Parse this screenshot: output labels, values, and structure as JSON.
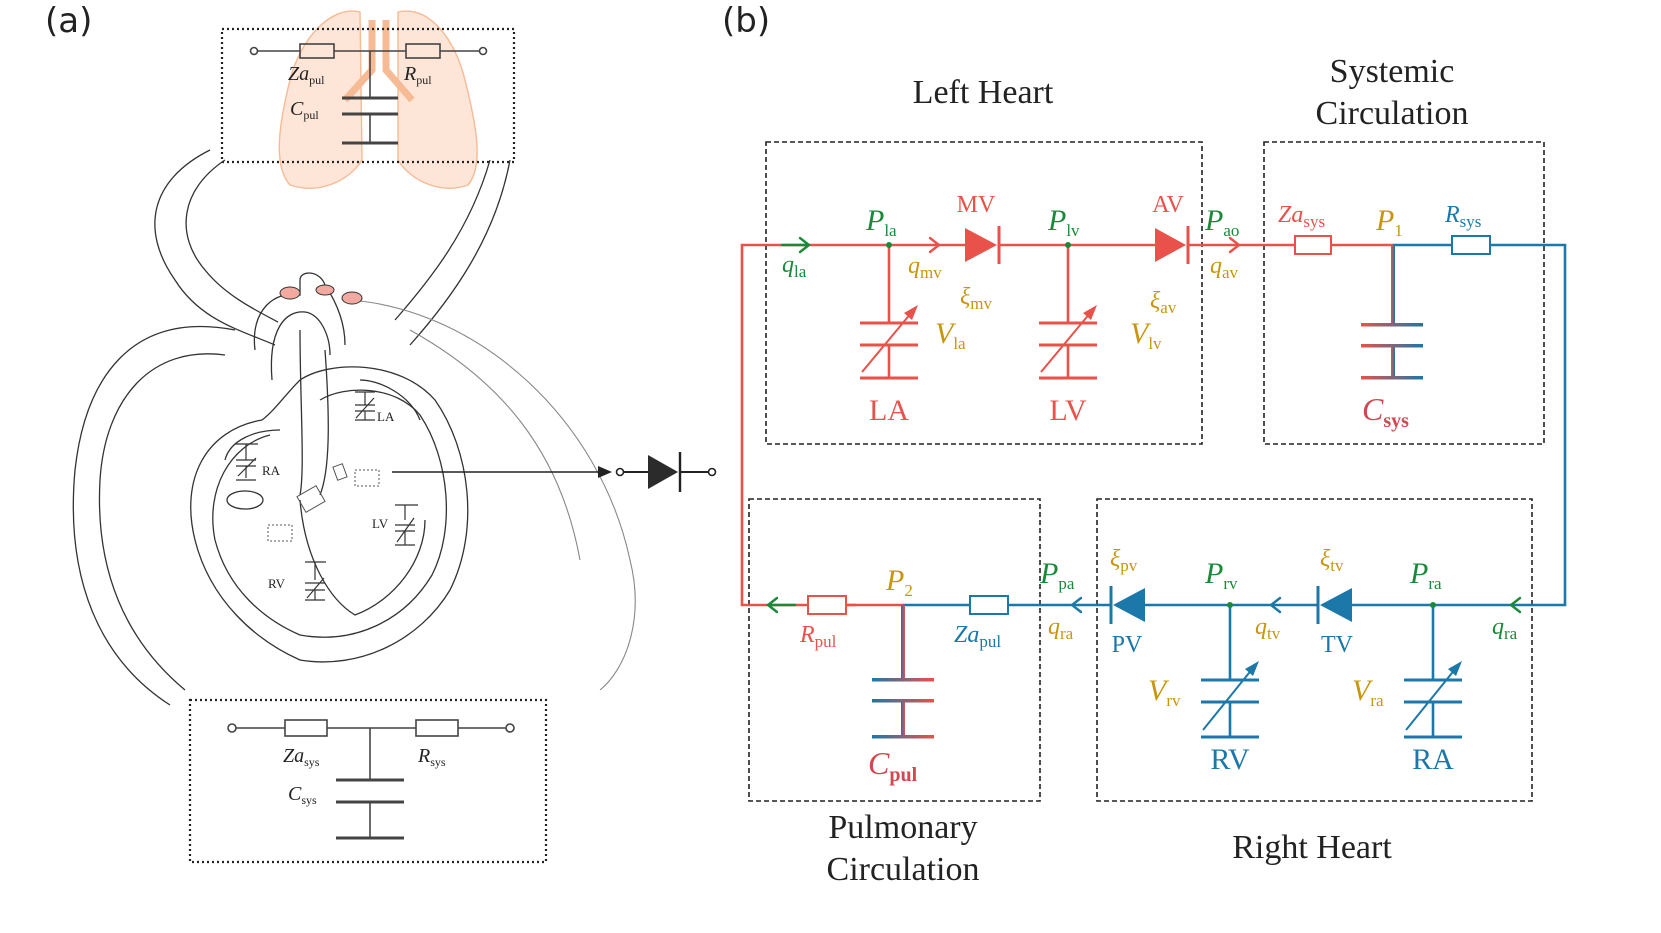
{
  "panels": {
    "a": "(a)",
    "b": "(b)"
  },
  "sections": {
    "left_heart": "Left Heart",
    "systemic": [
      "Systemic",
      "Circulation"
    ],
    "pulmonary": [
      "Pulmonary",
      "Circulation"
    ],
    "right_heart": "Right Heart"
  },
  "chambers": {
    "la": "LA",
    "lv": "LV",
    "rv": "RV",
    "ra": "RA"
  },
  "valves": {
    "mv": "MV",
    "av": "AV",
    "pv": "PV",
    "tv": "TV"
  },
  "symbols": {
    "P": "P",
    "q": "q",
    "V": "V",
    "C": "C",
    "R": "R",
    "Za": "Za",
    "xi": "ξ",
    "sub_la": "la",
    "sub_lv": "lv",
    "sub_ao": "ao",
    "sub_mv": "mv",
    "sub_av": "av",
    "sub_pa": "pa",
    "sub_rv": "rv",
    "sub_ra": "ra",
    "sub_tv": "tv",
    "sub_pv": "pv",
    "sub_sys": "sys",
    "sub_pul": "pul",
    "sub_1": "1",
    "sub_2": "2"
  },
  "colors": {
    "left_red": "#e8524a",
    "right_blue": "#1b78a8",
    "flow_green": "#1a8a3a",
    "pressure_gold": "#c8960c",
    "lung_orange": "#f6b38a",
    "ink": "#222222"
  }
}
